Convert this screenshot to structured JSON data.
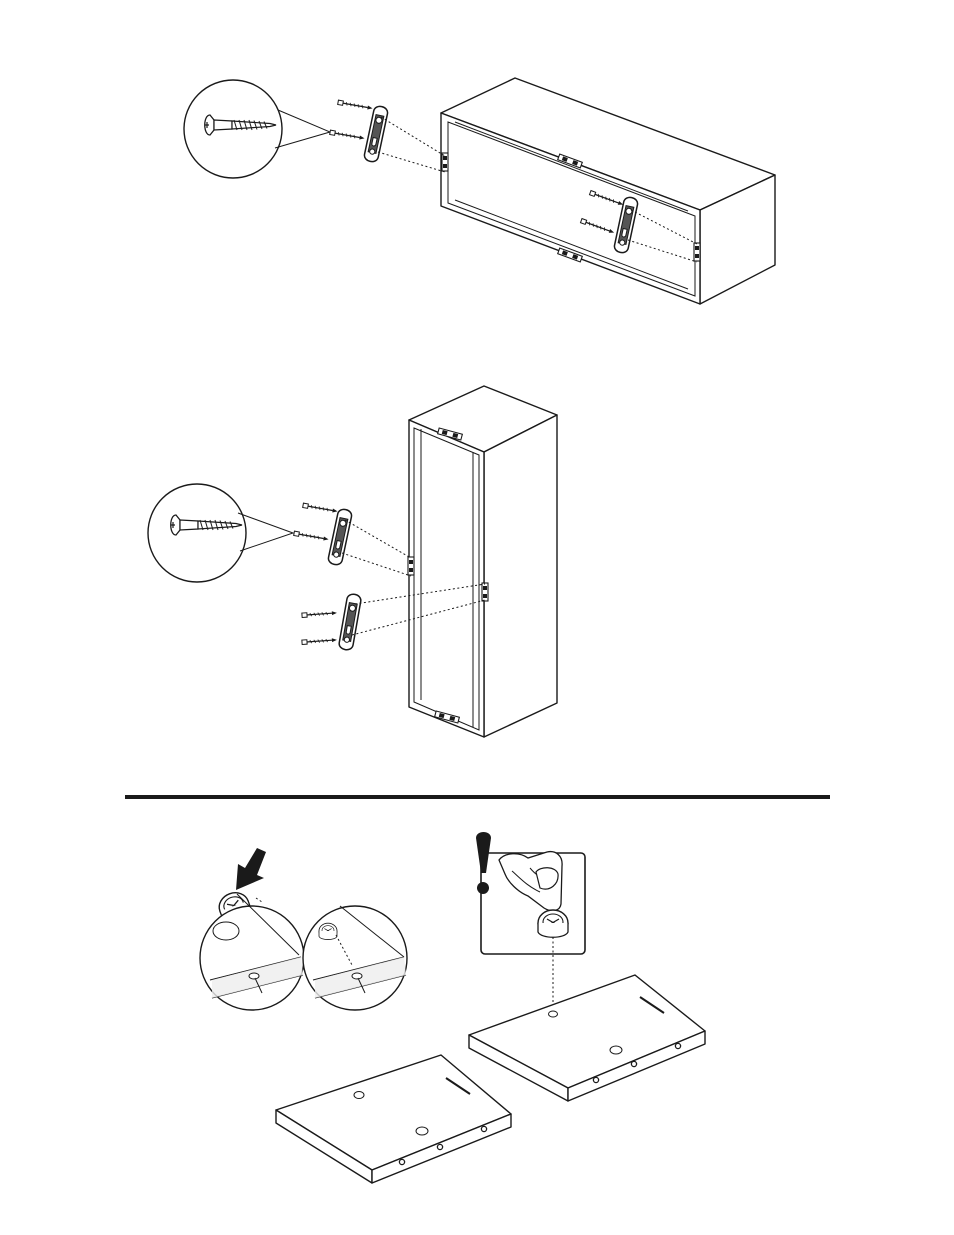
{
  "page": {
    "background": "#ffffff",
    "ink_color": "#1a1a1a"
  },
  "figures": [
    {
      "id": "horizontal-cabinet-wall-mount",
      "hardware": [
        "wall-bracket",
        "wood-screw"
      ],
      "bracket_count": 2,
      "screw_count": 4
    },
    {
      "id": "vertical-cabinet-wall-mount",
      "hardware": [
        "wall-bracket",
        "wood-screw"
      ],
      "bracket_count": 2,
      "screw_count": 4
    },
    {
      "id": "cam-lock-insertion",
      "hardware": [
        "cam-lock"
      ],
      "panel_count": 2,
      "warning_symbol": "!"
    }
  ],
  "icons": [
    "screw-detail-icon",
    "wall-bracket-icon",
    "cam-lock-icon",
    "arrow-down-icon",
    "finger-press-icon",
    "caution-icon"
  ],
  "divider": {
    "color": "#1a1a1a"
  }
}
